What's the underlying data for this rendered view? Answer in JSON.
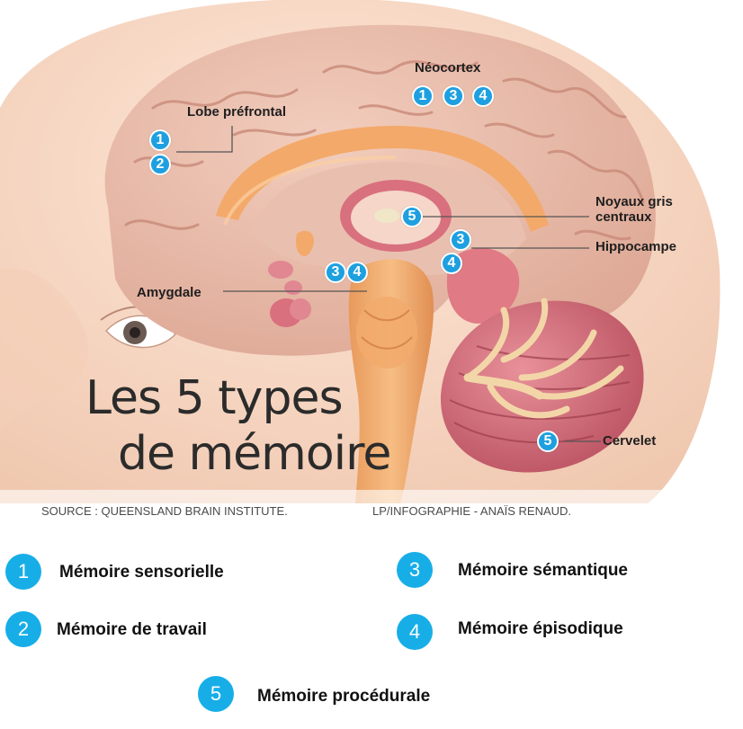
{
  "diagram": {
    "labels": {
      "neocortex": "Néocortex",
      "lobe_prefrontal": "Lobe préfrontal",
      "noyaux_gris_1": "Noyaux gris",
      "noyaux_gris_2": "centraux",
      "hippocampe": "Hippocampe",
      "amygdale": "Amygdale",
      "cervelet": "Cervelet"
    },
    "badges": {
      "neocortex": [
        "1",
        "3",
        "4"
      ],
      "lobe_prefrontal": [
        "1",
        "2"
      ],
      "noyaux_gris": [
        "5"
      ],
      "hippocampe": [
        "3",
        "4"
      ],
      "amygdale": [
        "3",
        "4"
      ],
      "cervelet": [
        "5"
      ]
    },
    "title_line1": "Les 5 types",
    "title_line2": "de mémoire",
    "source": "SOURCE : QUEENSLAND BRAIN INSTITUTE.",
    "credit": "LP/INFOGRAPHIE - ANAÏS RENAUD."
  },
  "legend": {
    "items": [
      {
        "number": "1",
        "label": "Mémoire sensorielle"
      },
      {
        "number": "2",
        "label": "Mémoire de travail"
      },
      {
        "number": "3",
        "label": "Mémoire sémantique"
      },
      {
        "number": "4",
        "label": "Mémoire épisodique"
      },
      {
        "number": "5",
        "label": "Mémoire procédurale"
      }
    ]
  },
  "colors": {
    "badge": "#1ea0e0",
    "legend_circle": "#17aee8",
    "skin": "#f6d7c3",
    "brain": "#e6b4a2",
    "cerebellum": "#c5606d",
    "orange": "#f3a96a"
  }
}
